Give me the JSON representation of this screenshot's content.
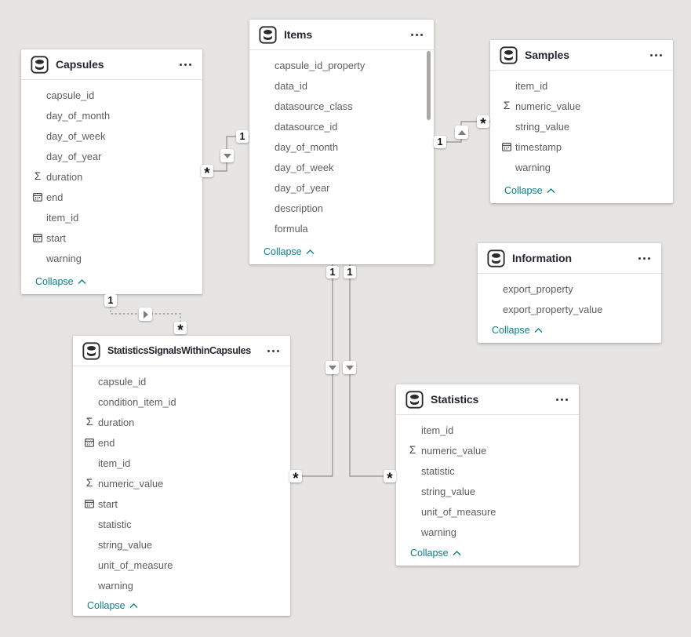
{
  "view": "model-diagram",
  "icons": {
    "sigma": "Σ",
    "calendar": "calendar-grid",
    "table": "database-cylinder",
    "more": "ellipsis",
    "collapse": "chevron-up"
  },
  "colors": {
    "canvas_bg": "#e6e5e3",
    "card_bg": "#ffffff",
    "title_text": "#252733",
    "field_text": "#5f5d5b",
    "collapse_link": "#0b7e8a",
    "relationship_line": "#9c9b99"
  },
  "tables": [
    {
      "title": "Capsules",
      "collapse": "Collapse",
      "fields": [
        {
          "name": "capsule_id",
          "icon": null
        },
        {
          "name": "day_of_month",
          "icon": null
        },
        {
          "name": "day_of_week",
          "icon": null
        },
        {
          "name": "day_of_year",
          "icon": null
        },
        {
          "name": "duration",
          "icon": "sigma"
        },
        {
          "name": "end",
          "icon": "calendar"
        },
        {
          "name": "item_id",
          "icon": null
        },
        {
          "name": "start",
          "icon": "calendar"
        },
        {
          "name": "warning",
          "icon": null
        }
      ]
    },
    {
      "title": "Items",
      "collapse": "Collapse",
      "fields": [
        {
          "name": "capsule_id_property",
          "icon": null
        },
        {
          "name": "data_id",
          "icon": null
        },
        {
          "name": "datasource_class",
          "icon": null
        },
        {
          "name": "datasource_id",
          "icon": null
        },
        {
          "name": "day_of_month",
          "icon": null
        },
        {
          "name": "day_of_week",
          "icon": null
        },
        {
          "name": "day_of_year",
          "icon": null
        },
        {
          "name": "description",
          "icon": null
        },
        {
          "name": "formula",
          "icon": null
        }
      ]
    },
    {
      "title": "Samples",
      "collapse": "Collapse",
      "fields": [
        {
          "name": "item_id",
          "icon": null
        },
        {
          "name": "numeric_value",
          "icon": "sigma"
        },
        {
          "name": "string_value",
          "icon": null
        },
        {
          "name": "timestamp",
          "icon": "calendar"
        },
        {
          "name": "warning",
          "icon": null
        }
      ]
    },
    {
      "title": "Information",
      "collapse": "Collapse",
      "fields": [
        {
          "name": "export_property",
          "icon": null
        },
        {
          "name": "export_property_value",
          "icon": null
        }
      ]
    },
    {
      "title": "Statistics",
      "collapse": "Collapse",
      "fields": [
        {
          "name": "item_id",
          "icon": null
        },
        {
          "name": "numeric_value",
          "icon": "sigma"
        },
        {
          "name": "statistic",
          "icon": null
        },
        {
          "name": "string_value",
          "icon": null
        },
        {
          "name": "unit_of_measure",
          "icon": null
        },
        {
          "name": "warning",
          "icon": null
        }
      ]
    },
    {
      "title": "StatisticsSignalsWithinCapsules",
      "collapse": "Collapse",
      "fields": [
        {
          "name": "capsule_id",
          "icon": null
        },
        {
          "name": "condition_item_id",
          "icon": null
        },
        {
          "name": "duration",
          "icon": "sigma"
        },
        {
          "name": "end",
          "icon": "calendar"
        },
        {
          "name": "item_id",
          "icon": null
        },
        {
          "name": "numeric_value",
          "icon": "sigma"
        },
        {
          "name": "start",
          "icon": "calendar"
        },
        {
          "name": "statistic",
          "icon": null
        },
        {
          "name": "string_value",
          "icon": null
        },
        {
          "name": "unit_of_measure",
          "icon": null
        },
        {
          "name": "warning",
          "icon": null
        }
      ]
    }
  ],
  "relationships": [
    {
      "from_table": "Capsules",
      "to_table": "Items",
      "from_cardinality": "*",
      "to_cardinality": "1",
      "filter_arrow": "down",
      "line_style": "solid"
    },
    {
      "from_table": "Items",
      "to_table": "Samples",
      "from_cardinality": "1",
      "to_cardinality": "*",
      "filter_arrow": "up",
      "line_style": "solid"
    },
    {
      "from_table": "Items",
      "to_table": "StatisticsSignalsWithinCapsules",
      "from_cardinality": "1",
      "to_cardinality": "*",
      "filter_arrow": "down",
      "line_style": "solid"
    },
    {
      "from_table": "Items",
      "to_table": "Statistics",
      "from_cardinality": "1",
      "to_cardinality": "*",
      "filter_arrow": "down",
      "line_style": "solid"
    },
    {
      "from_table": "Capsules",
      "to_table": "StatisticsSignalsWithinCapsules",
      "from_cardinality": "1",
      "to_cardinality": "*",
      "filter_arrow": "right",
      "line_style": "dotted"
    }
  ]
}
